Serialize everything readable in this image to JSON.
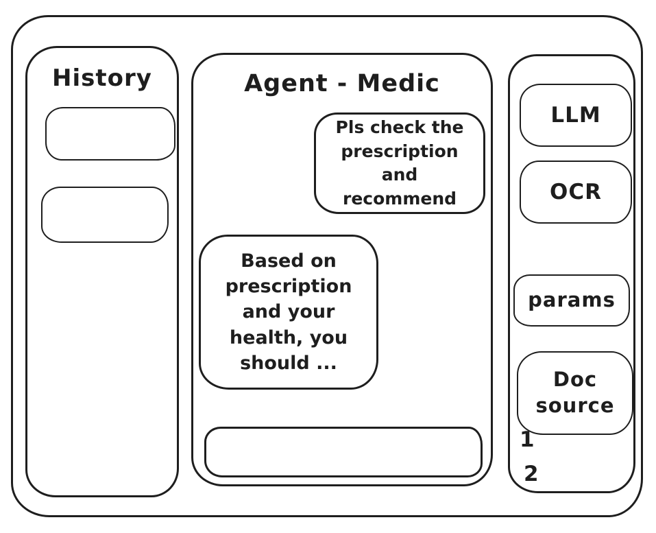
{
  "theme": {
    "ink": "#1e1e1e",
    "background": "#ffffff"
  },
  "sidebar_left": {
    "title": "History",
    "items": [
      {
        "label": ""
      },
      {
        "label": ""
      }
    ]
  },
  "main": {
    "title": "Agent - Medic",
    "messages": [
      {
        "role": "user",
        "text": "Pls check the prescription and recommend"
      },
      {
        "role": "assistant",
        "text": "Based on prescription and your health, you should ..."
      }
    ],
    "input": {
      "value": "",
      "placeholder": ""
    }
  },
  "sidebar_right": {
    "buttons": [
      {
        "label": "LLM"
      },
      {
        "label": "OCR"
      },
      {
        "label": "params"
      },
      {
        "label": "Doc source"
      }
    ],
    "doc_list": [
      {
        "label": "1"
      },
      {
        "label": "2"
      }
    ]
  }
}
